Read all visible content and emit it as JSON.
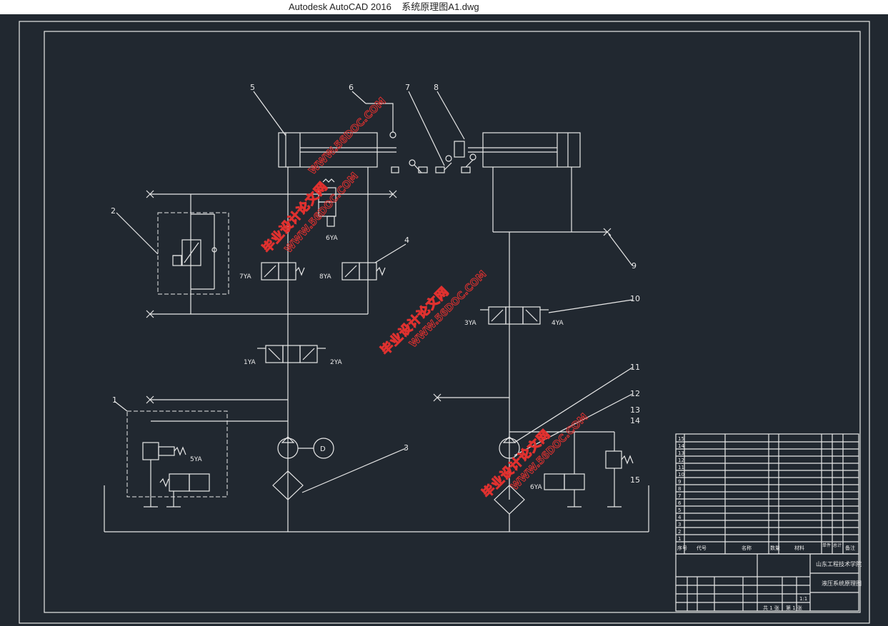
{
  "window": {
    "app_title": "Autodesk AutoCAD 2016",
    "file_name": "系统原理图A1.dwg"
  },
  "callouts": [
    "1",
    "2",
    "3",
    "4",
    "5",
    "6",
    "7",
    "8",
    "9",
    "10",
    "11",
    "12",
    "13",
    "14",
    "15"
  ],
  "solenoid_labels": {
    "s1": "1YA",
    "s2": "2YA",
    "s3": "3YA",
    "s4": "4YA",
    "s5": "5YA",
    "s6a": "6YA",
    "s6b": "6YA",
    "s7": "7YA",
    "s8": "8YA"
  },
  "pump_motor_label": "D",
  "watermarks": [
    {
      "cn": "毕业设计论文网",
      "url": "WWW.56DOC.COM"
    }
  ],
  "title_block": {
    "school": "山东工程技术学院",
    "drawing_name": "液压系统原理图",
    "scale": "1:1",
    "sheet_total": "共 1 张",
    "sheet_no": "第 1 张",
    "header_cols": [
      "序号",
      "代号",
      "名称",
      "数量",
      "材料",
      "单件",
      "总计",
      "备注"
    ],
    "row_nums": [
      "15",
      "14",
      "13",
      "12",
      "11",
      "10",
      "9",
      "8",
      "7",
      "6",
      "5",
      "4",
      "3",
      "2",
      "1"
    ]
  }
}
